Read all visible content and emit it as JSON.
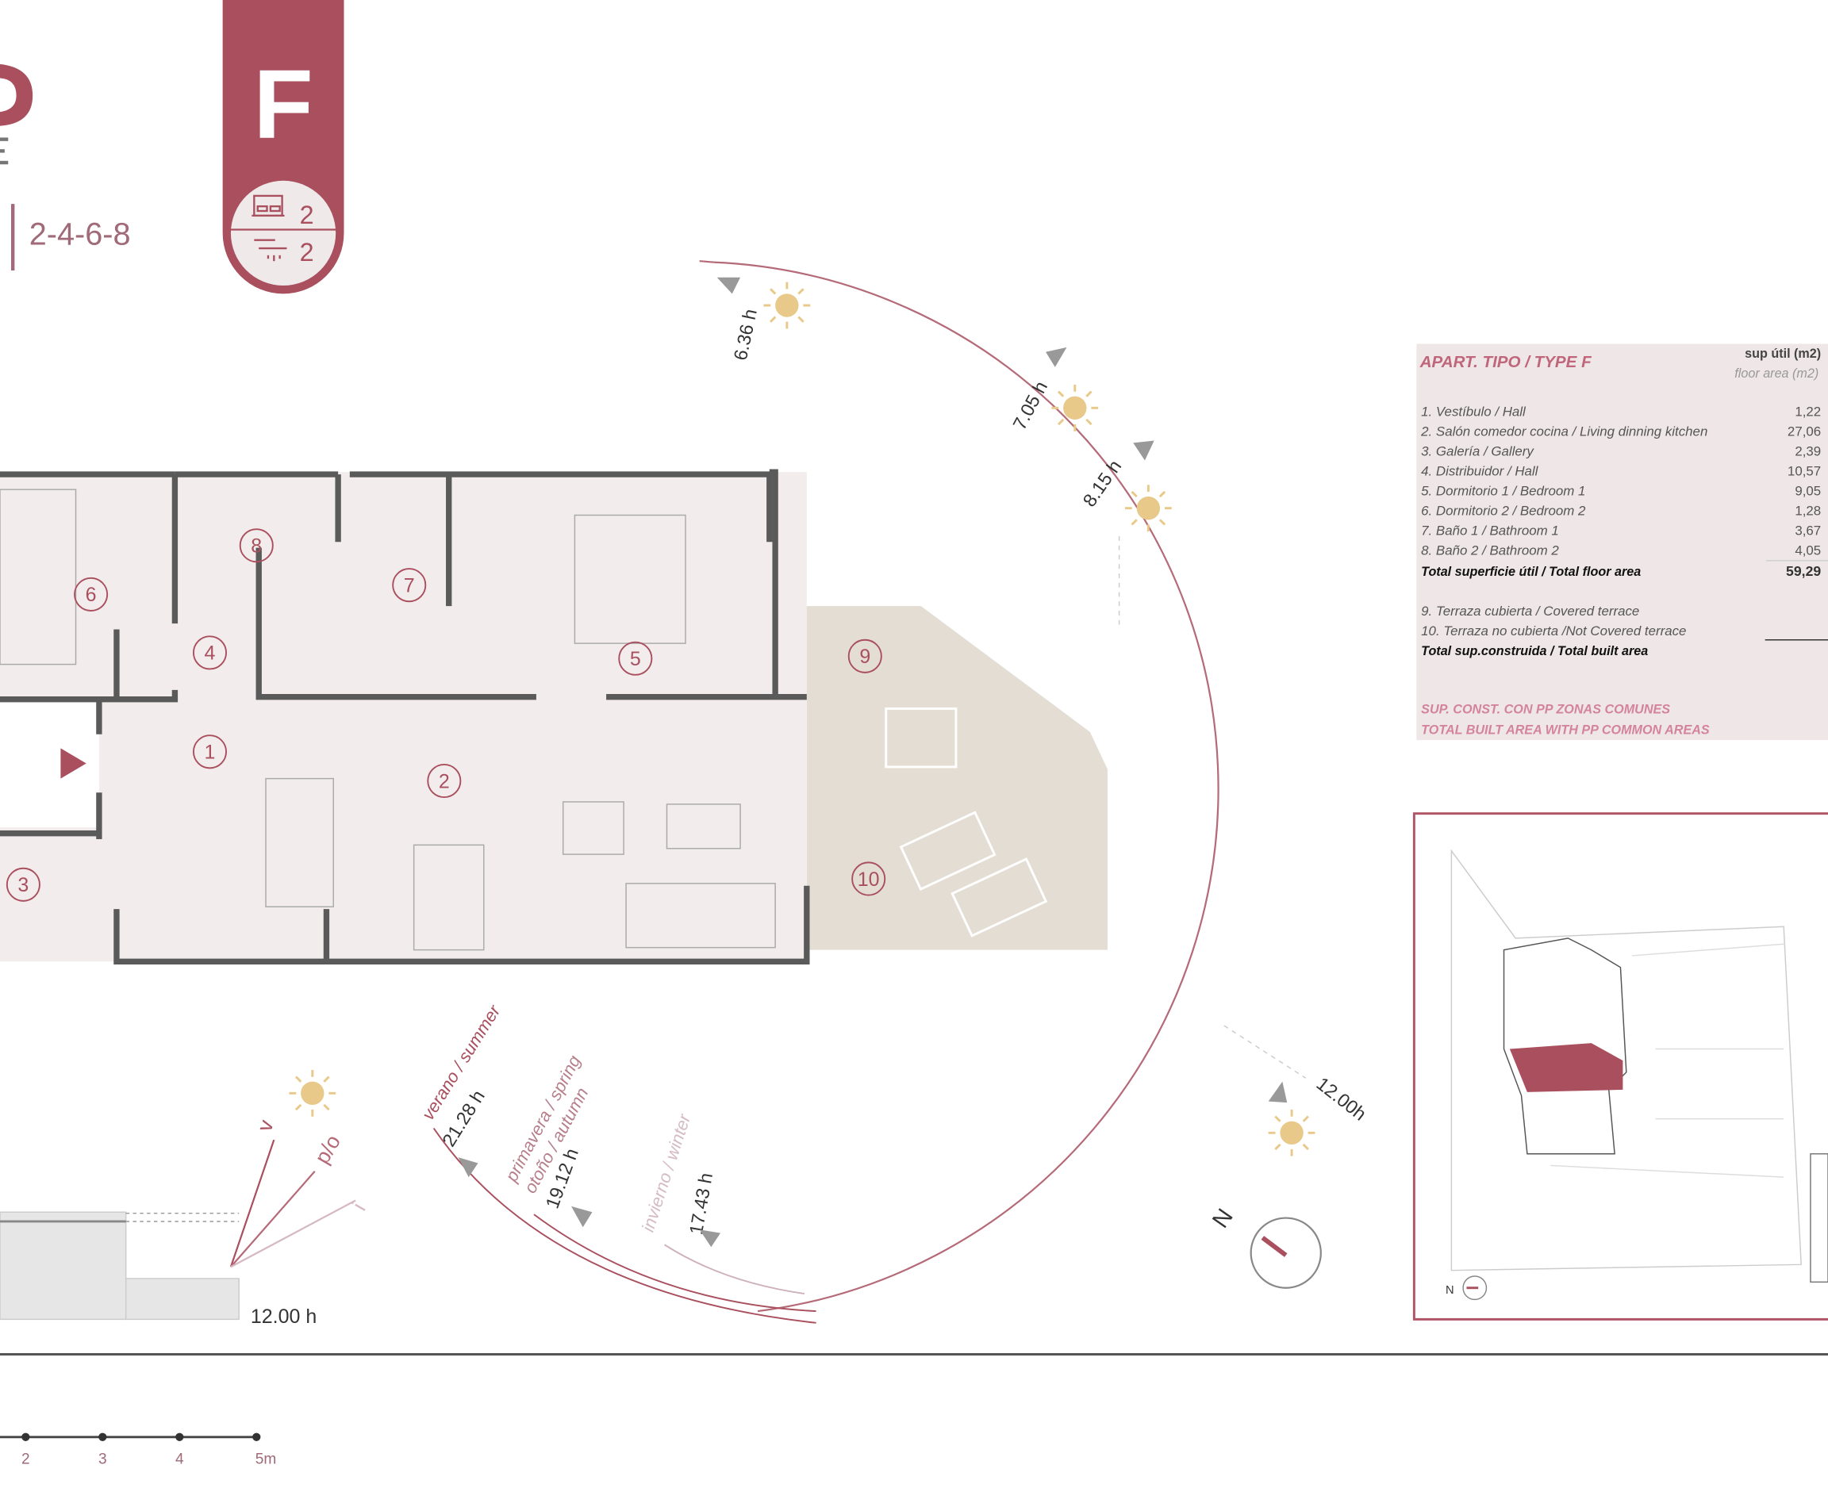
{
  "header": {
    "floors_label": "2-4-6-8",
    "type_letter": "F",
    "bedrooms": "2",
    "bathrooms": "2"
  },
  "colors": {
    "brand": "#a94f5e",
    "badge_inner": "#efe9ea",
    "sun": "#e8c98a",
    "plan_fill": "#f3ecec",
    "terrace_fill": "#e4ddd4",
    "wall": "#5a5a5a",
    "table_bg": "#efe7e7"
  },
  "sun_path": {
    "times": [
      "6.36 h",
      "7.05 h",
      "8.15 h",
      "12.00h"
    ],
    "seasons": [
      {
        "name": "verano / summer",
        "time": "21.28 h"
      },
      {
        "name": "primavera / spring",
        "name2": "otoño / autumn",
        "time": "19.12 h"
      },
      {
        "name": "invierno / winter",
        "time": "17.43 h"
      }
    ],
    "north_label": "N"
  },
  "section": {
    "ray_labels": [
      "v",
      "p/o",
      "i"
    ],
    "noon_label": "12.00 h"
  },
  "rooms": [
    "1",
    "2",
    "3",
    "4",
    "5",
    "6",
    "7",
    "8",
    "9",
    "10"
  ],
  "table": {
    "title": "APART. TIPO / TYPE F",
    "col_header": "sup útil (m2)",
    "col_header_en": "floor area (m2)",
    "rows": [
      {
        "label": "1. Vestíbulo / Hall",
        "value": "1,22"
      },
      {
        "label": "2. Salón comedor cocina / Living dinning kitchen",
        "value": "27,06"
      },
      {
        "label": "3. Galería / Gallery",
        "value": "2,39"
      },
      {
        "label": "4. Distribuidor / Hall",
        "value": "10,57"
      },
      {
        "label": "5. Dormitorio 1 / Bedroom 1",
        "value": "9,05"
      },
      {
        "label": "6. Dormitorio 2 / Bedroom 2",
        "value": "1,28"
      },
      {
        "label": "7. Baño 1 / Bathroom 1",
        "value": "3,67"
      },
      {
        "label": "8. Baño 2 / Bathroom 2",
        "value": "4,05"
      }
    ],
    "total_floor": {
      "label": "Total superficie útil / Total floor area",
      "value": "59,29"
    },
    "terraces": [
      {
        "label": "9. Terraza cubierta / Covered terrace"
      },
      {
        "label": "10. Terraza no cubierta /Not Covered terrace"
      }
    ],
    "total_built": {
      "label": "Total sup.construida / Total built area"
    },
    "common_1": "SUP. CONST. CON PP ZONAS COMUNES",
    "common_2": "TOTAL BUILT AREA WITH PP COMMON AREAS"
  },
  "site_plan": {
    "north_label": "N"
  },
  "scale_bar": {
    "ticks": [
      "2",
      "3",
      "4",
      "5m"
    ]
  }
}
